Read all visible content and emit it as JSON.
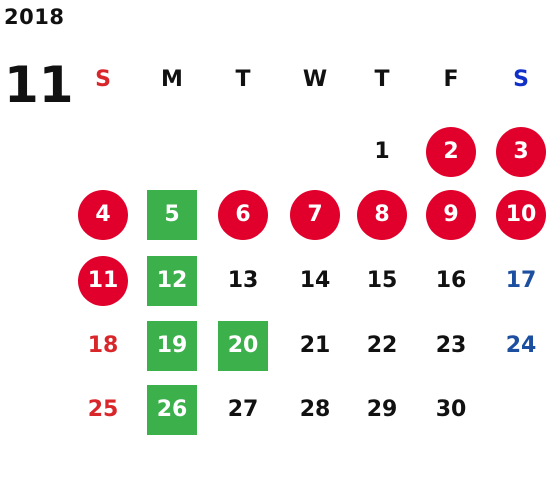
{
  "calendar": {
    "year": "2018",
    "month": "11",
    "weekdays": [
      "S",
      "M",
      "T",
      "W",
      "T",
      "F",
      "S"
    ],
    "first_weekday_index": 4,
    "days_in_month": 30,
    "circled_days": [
      "2",
      "3",
      "4",
      "6",
      "7",
      "8",
      "9",
      "10",
      "11"
    ],
    "boxed_days": [
      "5",
      "12",
      "19",
      "20",
      "26"
    ]
  },
  "colors": {
    "text": "#111111",
    "sunday": "#d9262b",
    "saturday": "#1d4fa0",
    "saturday_header": "#1030c8",
    "circle_fill": "#e0002b",
    "box_fill": "#3bb04b"
  }
}
